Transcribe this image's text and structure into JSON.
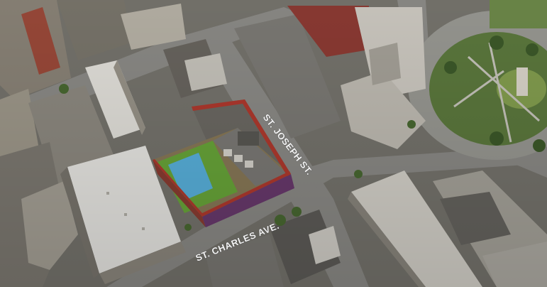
{
  "map": {
    "view": "aerial-3d",
    "street_labels": {
      "st_joseph": "ST. JOSEPH ST.",
      "st_charles": "ST. CHARLES AVE."
    },
    "highlight_color": "#b23a2e",
    "roof_garden_color": "#6aa83a",
    "roof_accent_color": "#5ab4e0"
  }
}
